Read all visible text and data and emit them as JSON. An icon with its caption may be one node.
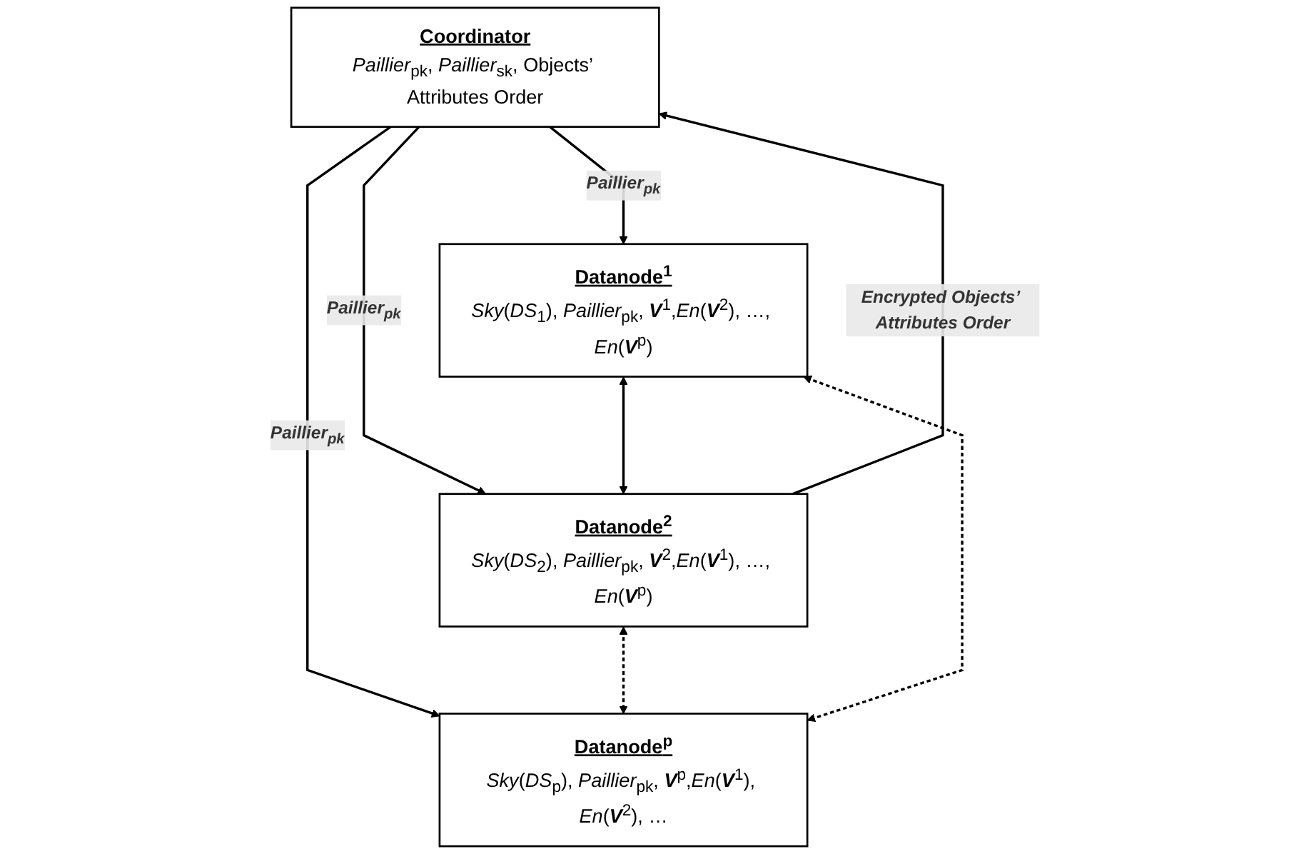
{
  "diagram": {
    "nodes": [
      {
        "text": [
          "Coordinator",
          "*Paillier*$_{pk}$, *Paillier*$_{sk}$, Objects’ Attributes Order"
        ]
      },
      {
        "text": [
          "Datanode$^{1}$",
          "*Sky*(*DS*$_{1}$), *Paillier*$_{pk}$, **V**$^{1}$,*En*(**V**$^{2}$), …, *En*(**V**$^{p}$)"
        ]
      },
      {
        "text": [
          "Datanode$^{2}$",
          "*Sky*(*DS*$_{2}$), *Paillier*$_{pk}$, **V**$^{2}$,*En*(**V**$^{1}$), …, *En*(**V**$^{p}$)"
        ]
      },
      {
        "text": [
          "Datanode$^{p}$",
          "*Sky*(*DS*$_{p}$), *Paillier*$_{pk}$, **V**$^{p}$,*En*(**V**$^{1}$), *En*(**V**$^{2}$), …"
        ]
      }
    ],
    "edges": [
      {
        "from": 0,
        "to": 1,
        "arrow": "to",
        "label": "Paillier$_{pk}$"
      },
      {
        "from": 0,
        "to": 2,
        "arrow": "to",
        "label": "Paillier$_{pk}$"
      },
      {
        "from": 2,
        "to": 0,
        "arrow": "to",
        "label": "Encrypted Objects’ Attributes Order"
      },
      {
        "from": 0,
        "to": 3,
        "arrow": "to",
        "label": "Paillier$_{pk}$"
      },
      {
        "from": 1,
        "to": 2,
        "arrow": "both"
      },
      {
        "from": 2,
        "to": 3,
        "arrow": "both",
        "style": "dashed"
      },
      {
        "from": 1,
        "to": 3,
        "arrow": "both",
        "style": "dashed"
      }
    ]
  }
}
